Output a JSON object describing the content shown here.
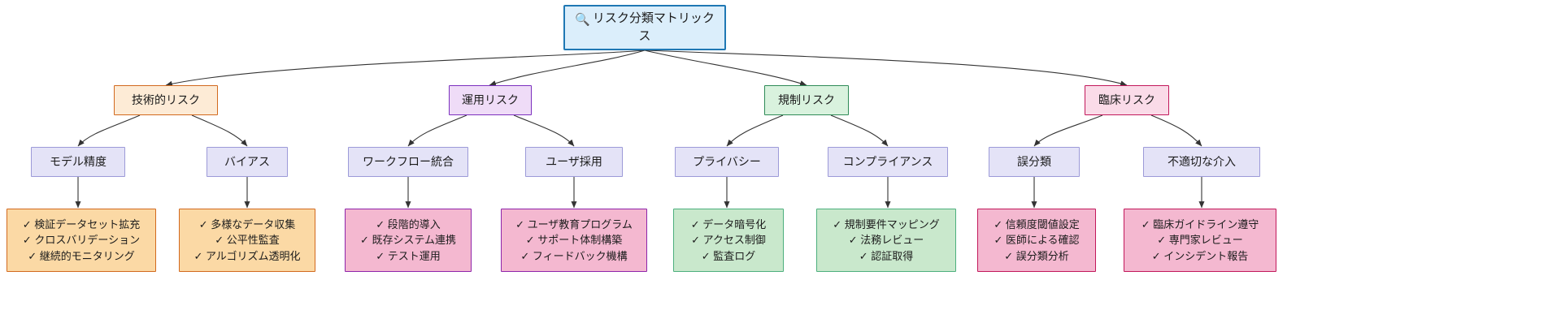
{
  "diagram": {
    "type": "tree",
    "title_node": {
      "id": "root",
      "label": "リスク分類マトリックス",
      "icon": "magnifier-icon",
      "border_color": "#1f78b4",
      "fill_color": "#dbeefb"
    },
    "categories": [
      {
        "id": "tech",
        "label": "技術的リスク",
        "border_color": "#d2691e",
        "fill_color": "#fdebd6"
      },
      {
        "id": "ops",
        "label": "運用リスク",
        "border_color": "#7b2fbe",
        "fill_color": "#efdcf7"
      },
      {
        "id": "reg",
        "label": "規制リスク",
        "border_color": "#2e8b57",
        "fill_color": "#d9f2de"
      },
      {
        "id": "clin",
        "label": "臨床リスク",
        "border_color": "#c2185b",
        "fill_color": "#fadbe8"
      }
    ],
    "subnodes": [
      {
        "id": "sub1",
        "label": "モデル精度"
      },
      {
        "id": "sub2",
        "label": "バイアス"
      },
      {
        "id": "sub3",
        "label": "ワークフロー統合"
      },
      {
        "id": "sub4",
        "label": "ユーザ採用"
      },
      {
        "id": "sub5",
        "label": "プライバシー"
      },
      {
        "id": "sub6",
        "label": "コンプライアンス"
      },
      {
        "id": "sub7",
        "label": "誤分類"
      },
      {
        "id": "sub8",
        "label": "不適切な介入"
      }
    ],
    "leaves": [
      {
        "id": "leaf1",
        "style": "leaf-orange",
        "lines": [
          "✓ 検証データセット拡充",
          "✓ クロスバリデーション",
          "✓ 継続的モニタリング"
        ]
      },
      {
        "id": "leaf2",
        "style": "leaf-orange",
        "lines": [
          "✓ 多様なデータ収集",
          "✓ 公平性監査",
          "✓ アルゴリズム透明化"
        ]
      },
      {
        "id": "leaf3",
        "style": "leaf-pink",
        "lines": [
          "✓ 段階的導入",
          "✓ 既存システム連携",
          "✓ テスト運用"
        ]
      },
      {
        "id": "leaf4",
        "style": "leaf-pink",
        "lines": [
          "✓ ユーザ教育プログラム",
          "✓ サポート体制構築",
          "✓ フィードバック機構"
        ]
      },
      {
        "id": "leaf5",
        "style": "leaf-green",
        "lines": [
          "✓ データ暗号化",
          "✓ アクセス制御",
          "✓ 監査ログ"
        ]
      },
      {
        "id": "leaf6",
        "style": "leaf-green",
        "lines": [
          "✓ 規制要件マッピング",
          "✓ 法務レビュー",
          "✓ 認証取得"
        ]
      },
      {
        "id": "leaf7",
        "style": "leaf-rose",
        "lines": [
          "✓ 信頼度閾値設定",
          "✓ 医師による確認",
          "✓ 誤分類分析"
        ]
      },
      {
        "id": "leaf8",
        "style": "leaf-rose",
        "lines": [
          "✓ 臨床ガイドライン遵守",
          "✓ 専門家レビュー",
          "✓ インシデント報告"
        ]
      }
    ]
  }
}
